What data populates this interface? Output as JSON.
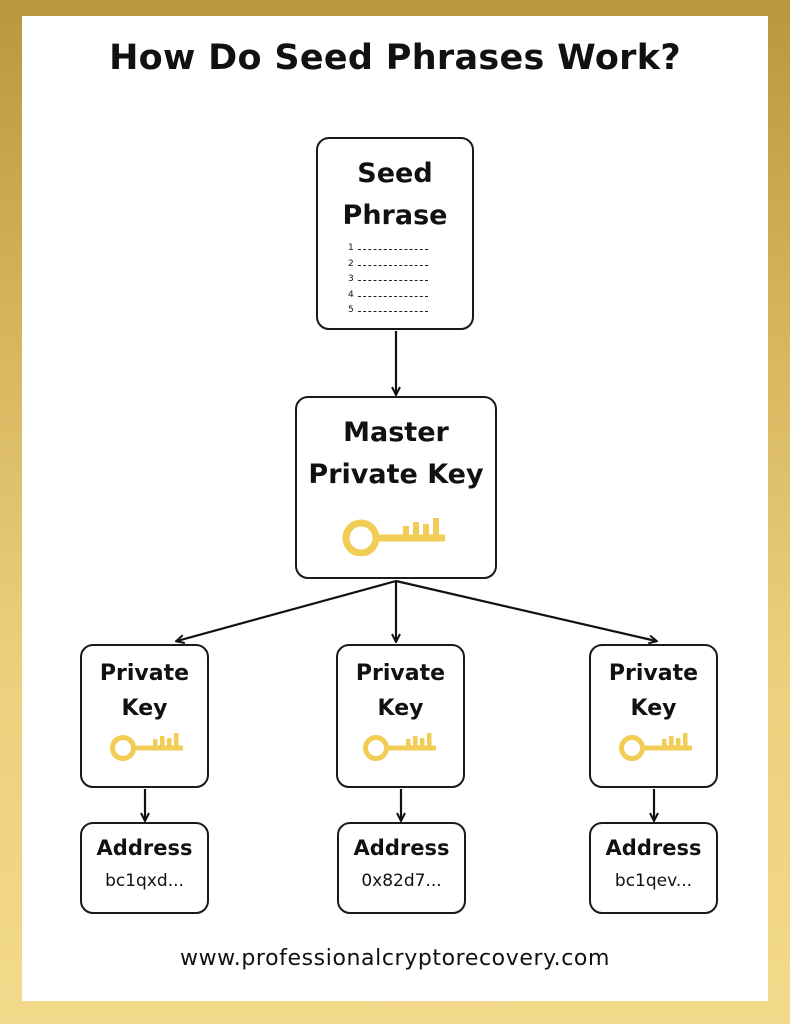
{
  "title": "How Do Seed Phrases Work?",
  "seed": {
    "title_line1": "Seed",
    "title_line2": "Phrase",
    "list": [
      "1",
      "2",
      "3",
      "4",
      "5"
    ]
  },
  "master": {
    "title_line1": "Master",
    "title_line2": "Private Key",
    "icon": "key-icon"
  },
  "private_keys": [
    {
      "line1": "Private",
      "line2": "Key",
      "icon": "key-icon"
    },
    {
      "line1": "Private",
      "line2": "Key",
      "icon": "key-icon"
    },
    {
      "line1": "Private",
      "line2": "Key",
      "icon": "key-icon"
    }
  ],
  "addresses": [
    {
      "label": "Address",
      "value": "bc1qxd..."
    },
    {
      "label": "Address",
      "value": "0x82d7..."
    },
    {
      "label": "Address",
      "value": "bc1qev..."
    }
  ],
  "footer": "www.professionalcryptorecovery.com",
  "colors": {
    "frame_top": "#b8973f",
    "frame_bottom": "#f3d98b",
    "key": "#f2cd55",
    "key_outline": "#e0b630",
    "box_border": "#1a1a1a"
  }
}
